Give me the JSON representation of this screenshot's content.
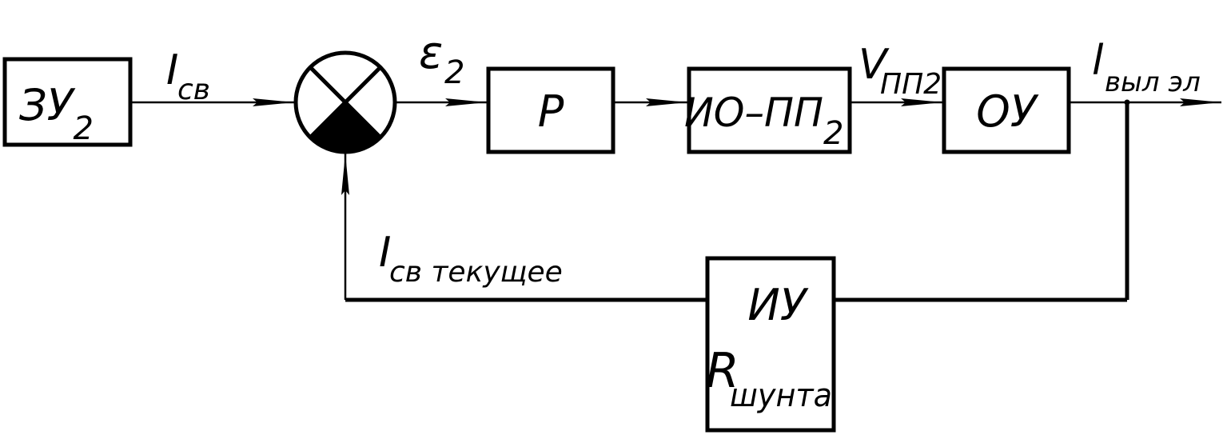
{
  "blocks": {
    "memory": {
      "main": "ЗУ",
      "sub": "2"
    },
    "regulator": {
      "main": "Р"
    },
    "actuator": {
      "main": "ИО–ПП",
      "sub": "2"
    },
    "object": {
      "main": "ОУ"
    },
    "measure": {
      "line1": "ИУ",
      "main2": "R",
      "sub2": "шунта"
    }
  },
  "signals": {
    "setpoint": {
      "main": "I",
      "sub": "св"
    },
    "error": {
      "main": "ε",
      "sub": "2"
    },
    "velocity": {
      "main": "V",
      "sub": "ПП2"
    },
    "output": {
      "main": "l",
      "sub": "выл эл"
    },
    "feedback": {
      "main": "I",
      "sub": "св текущее"
    }
  }
}
